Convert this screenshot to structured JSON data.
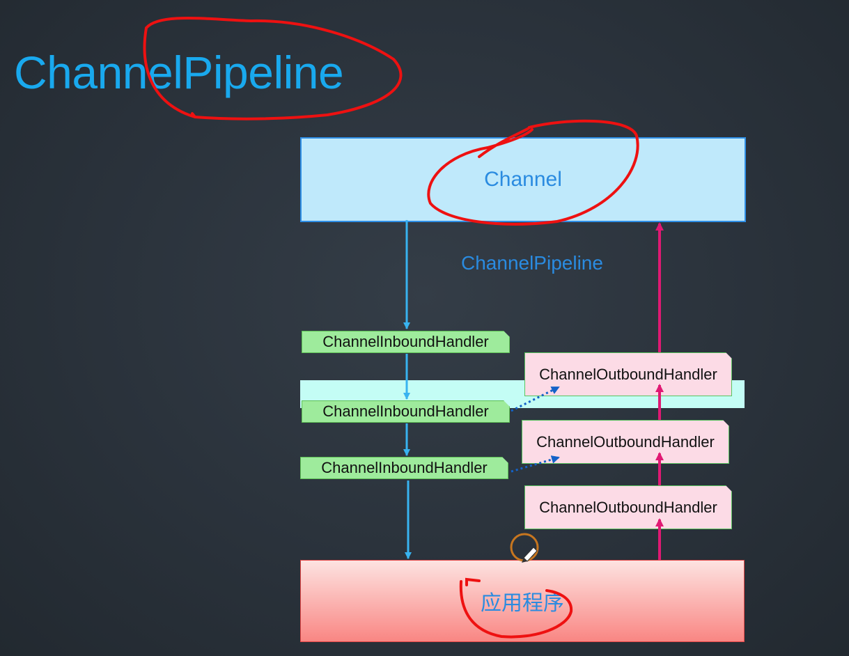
{
  "title": "ChannelPipeline",
  "channel_label": "Channel",
  "pipeline_label": "ChannelPipeline",
  "app_label": "应用程序",
  "inbound_handlers": [
    "ChannelInboundHandler",
    "ChannelInboundHandler",
    "ChannelInboundHandler"
  ],
  "outbound_handlers": [
    "ChannelOutboundHandler",
    "ChannelOutboundHandler",
    "ChannelOutboundHandler"
  ],
  "colors": {
    "title": "#19a9ee",
    "inbound_arrow": "#38b3f0",
    "outbound_arrow": "#e01973",
    "dotted_arrow": "#1462c8",
    "annotation": "#ee1111",
    "cursor_ring": "#c7761f"
  }
}
